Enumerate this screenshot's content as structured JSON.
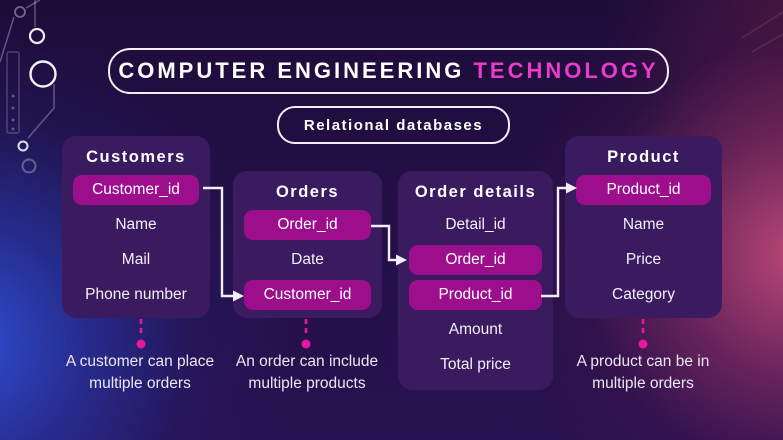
{
  "header": {
    "title_main": "COMPUTER ENGINEERING",
    "title_accent": " TECHNOLOGY",
    "subtitle": "Relational databases"
  },
  "tables": [
    {
      "name": "Customers",
      "fields": [
        {
          "label": "Customer_id",
          "key": true
        },
        {
          "label": "Name",
          "key": false
        },
        {
          "label": "Mail",
          "key": false
        },
        {
          "label": "Phone number",
          "key": false
        }
      ]
    },
    {
      "name": "Orders",
      "fields": [
        {
          "label": "Order_id",
          "key": true
        },
        {
          "label": "Date",
          "key": false
        },
        {
          "label": "Customer_id",
          "key": true
        }
      ]
    },
    {
      "name": "Order details",
      "fields": [
        {
          "label": "Detail_id",
          "key": false
        },
        {
          "label": "Order_id",
          "key": true
        },
        {
          "label": "Product_id",
          "key": true
        },
        {
          "label": "Amount",
          "key": false
        },
        {
          "label": "Total price",
          "key": false
        }
      ]
    },
    {
      "name": "Product",
      "fields": [
        {
          "label": "Product_id",
          "key": true
        },
        {
          "label": "Name",
          "key": false
        },
        {
          "label": "Price",
          "key": false
        },
        {
          "label": "Category",
          "key": false
        }
      ]
    }
  ],
  "relationships": [
    {
      "from": "Customers.Customer_id",
      "to": "Orders.Customer_id"
    },
    {
      "from": "Orders.Order_id",
      "to": "Order details.Order_id"
    },
    {
      "from": "Order details.Product_id",
      "to": "Product.Product_id"
    }
  ],
  "annotations": [
    "A customer can place multiple orders",
    "An order can include multiple products",
    "A product can be in multiple orders"
  ],
  "colors": {
    "background": "#241047",
    "card_bg": "#3b1b60",
    "key_field_bg": "#9c0e8c",
    "title_accent": "#e93ac9",
    "pin_pink": "#e6189e",
    "connector_white": "#f2ecf7",
    "glow_blue": "#2f5ceb",
    "glow_pink": "#e15584"
  }
}
